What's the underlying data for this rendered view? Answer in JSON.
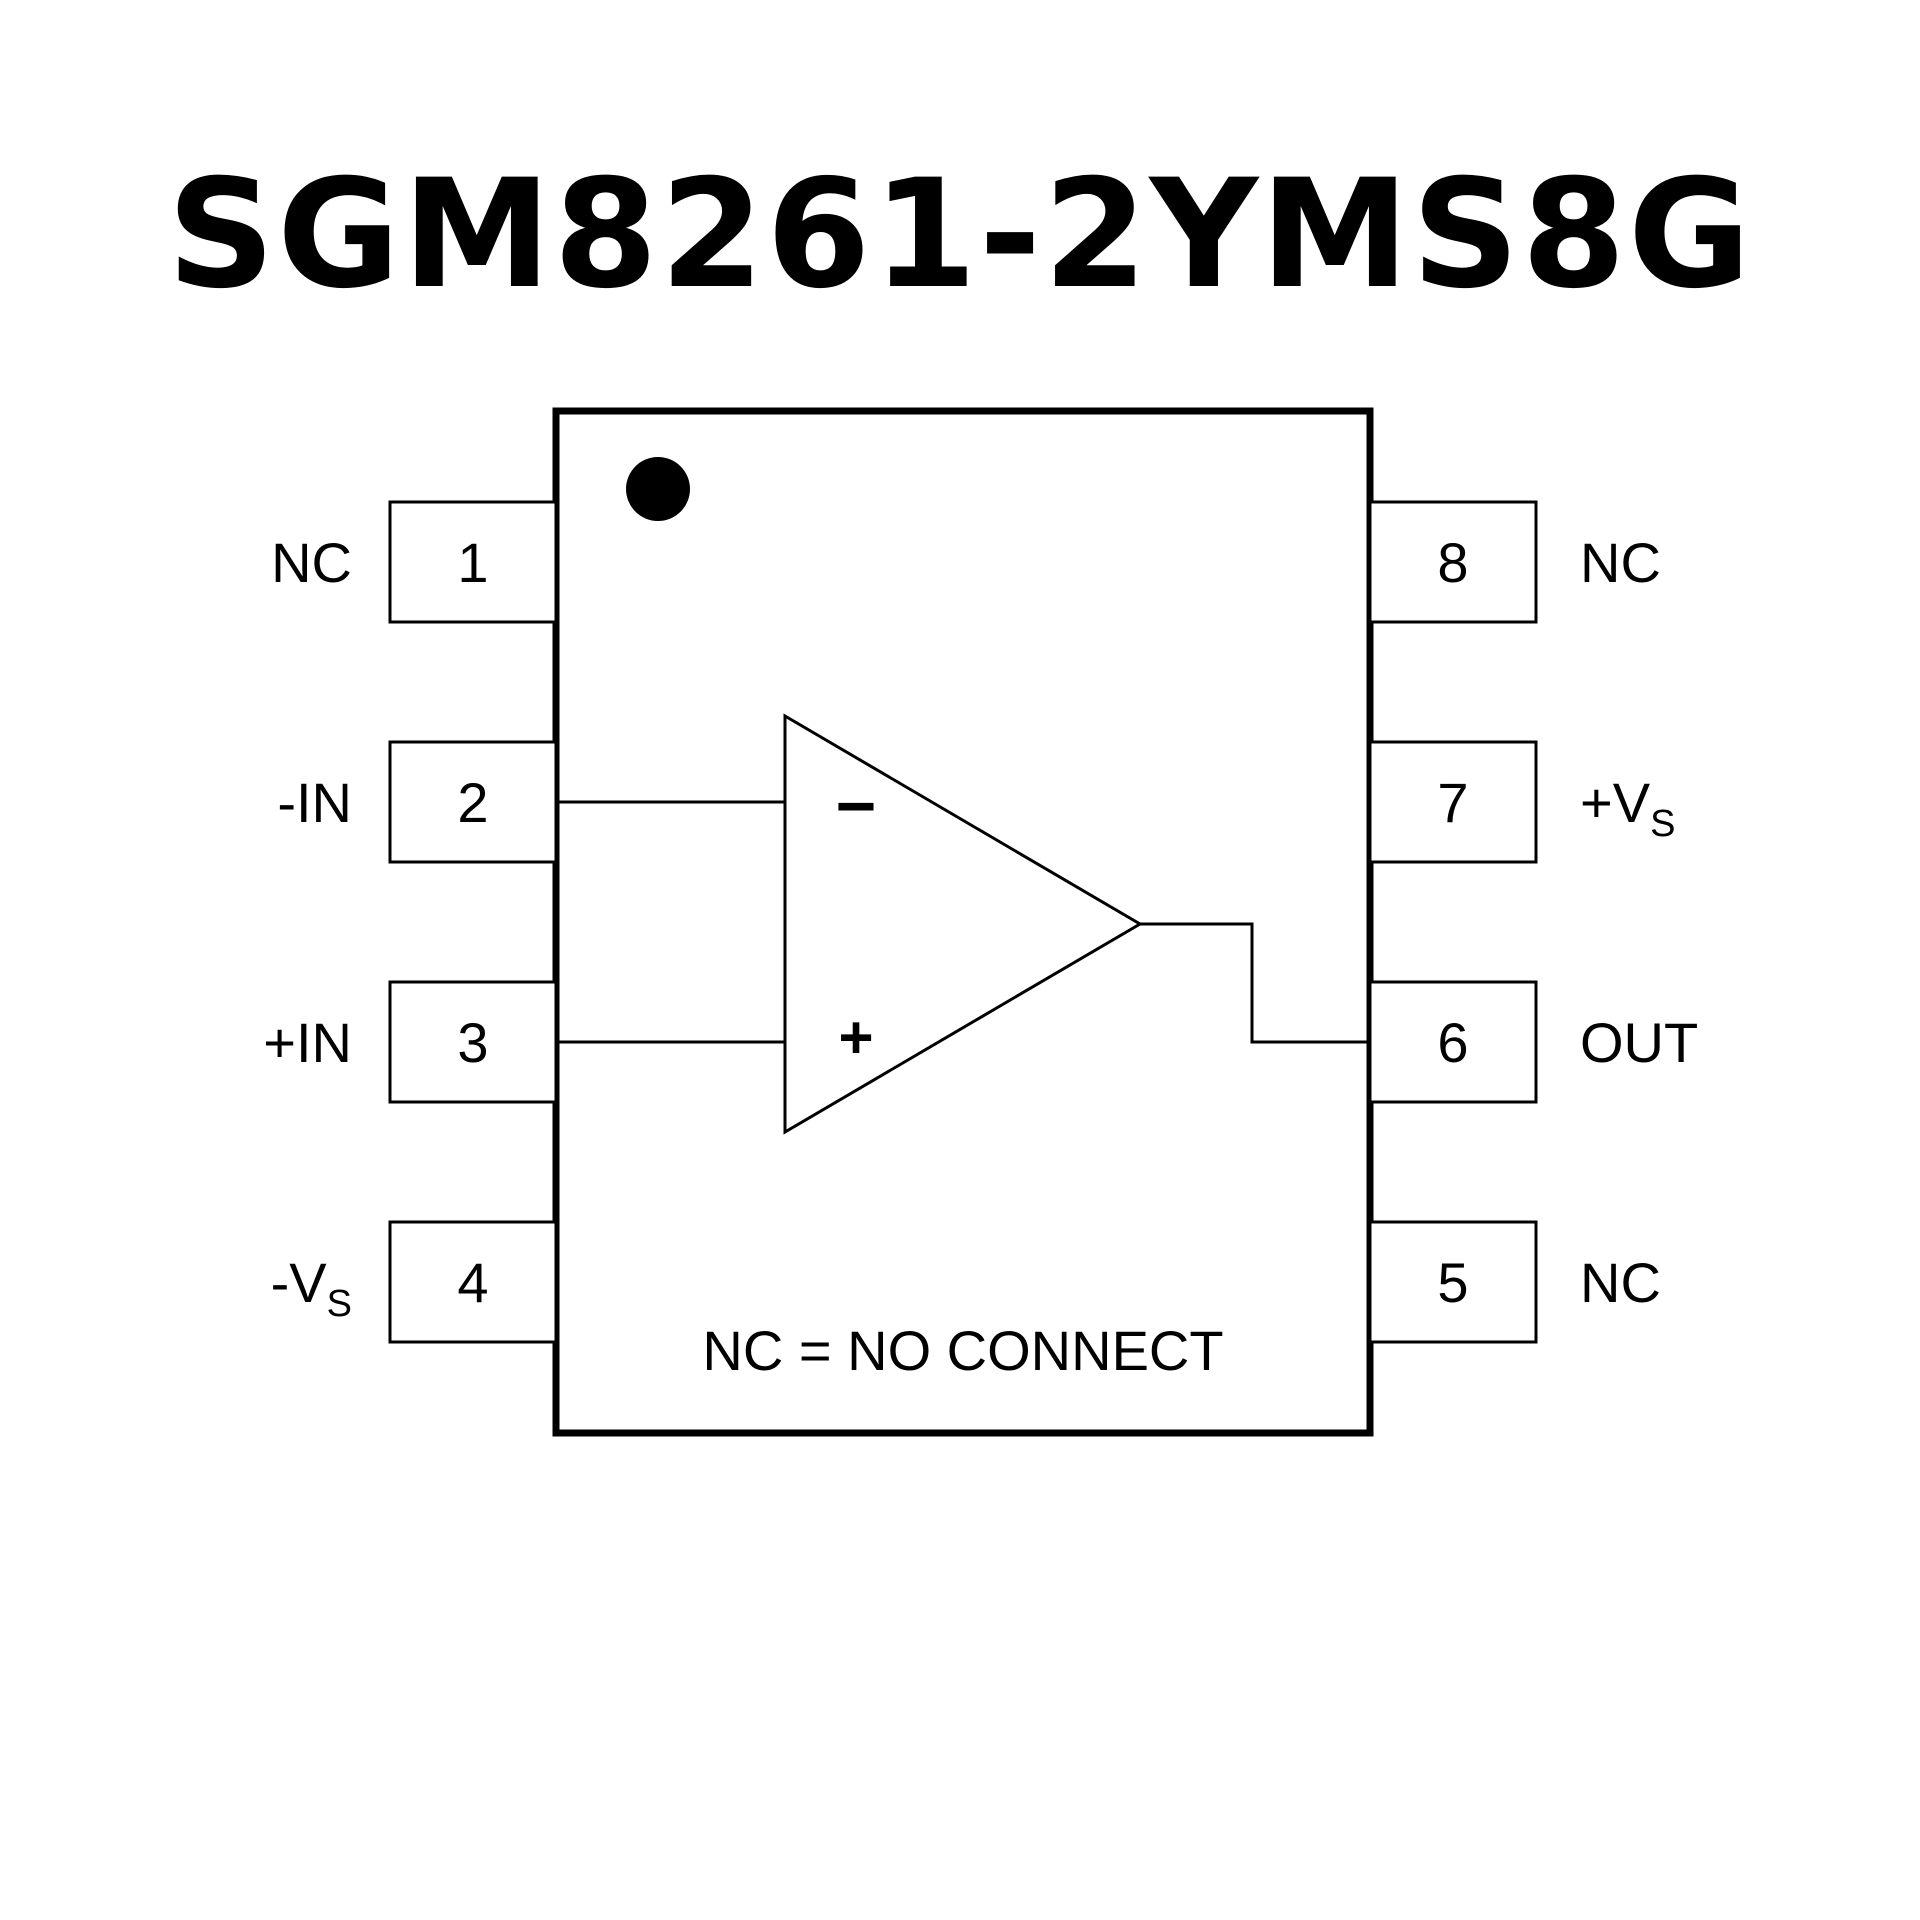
{
  "title": "SGM8261-2YMS8G",
  "note": "NC = NO CONNECT",
  "opamp": {
    "minus": "−",
    "plus": "+"
  },
  "pins": [
    {
      "num": "1",
      "name": "NC",
      "sub": ""
    },
    {
      "num": "2",
      "name": "-IN",
      "sub": ""
    },
    {
      "num": "3",
      "name": "+IN",
      "sub": ""
    },
    {
      "num": "4",
      "name": "-V",
      "sub": "S"
    },
    {
      "num": "5",
      "name": "NC",
      "sub": ""
    },
    {
      "num": "6",
      "name": "OUT",
      "sub": ""
    },
    {
      "num": "7",
      "name": "+V",
      "sub": "S"
    },
    {
      "num": "8",
      "name": "NC",
      "sub": ""
    }
  ]
}
